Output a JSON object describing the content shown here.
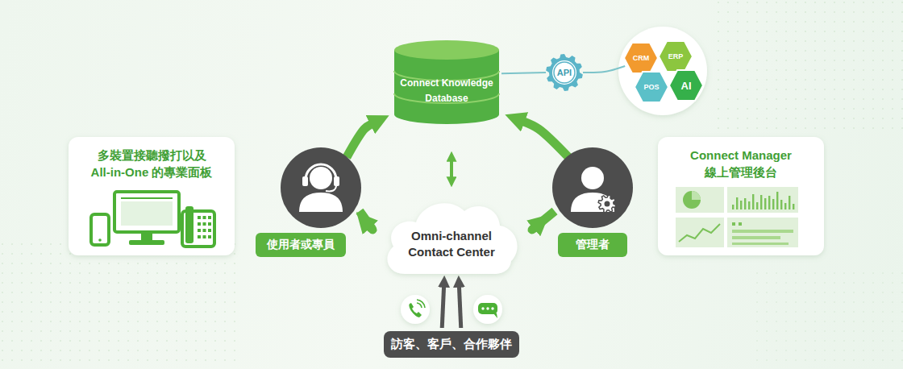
{
  "diagram": {
    "nodes": [
      {
        "text": [
          "Connect Knowledge Database"
        ]
      },
      {
        "text": [
          "API"
        ]
      },
      {
        "text": [
          "CRM"
        ]
      },
      {
        "text": [
          "ERP"
        ]
      },
      {
        "text": [
          "POS"
        ]
      },
      {
        "text": [
          "AI"
        ]
      },
      {
        "text": [
          "多裝置接聽撥打以及 All-in-One 的專業面板"
        ]
      },
      {
        "text": [
          "使用者或專員"
        ]
      },
      {
        "text": [
          "管理者"
        ]
      },
      {
        "text": [
          "Connect Manager 線上管理後台"
        ]
      },
      {
        "text": [
          "Omni-channel Contact Center"
        ]
      },
      {
        "text": [
          "訪客、客戶、合作夥伴"
        ]
      }
    ],
    "edges": [
      {
        "from": 7,
        "to": 0,
        "arrow": "to"
      },
      {
        "from": 7,
        "to": 10,
        "arrow": "to"
      },
      {
        "from": 8,
        "to": 0,
        "arrow": "to"
      },
      {
        "from": 8,
        "to": 10,
        "arrow": "to"
      },
      {
        "from": 0,
        "to": 10,
        "arrow": "both"
      },
      {
        "from": 0,
        "to": 1,
        "arrow": "none"
      },
      {
        "from": 1,
        "to": 2,
        "arrow": "none"
      },
      {
        "from": 11,
        "to": 10,
        "arrow": "to"
      },
      {
        "from": 11,
        "to": 10,
        "arrow": "to"
      }
    ]
  }
}
